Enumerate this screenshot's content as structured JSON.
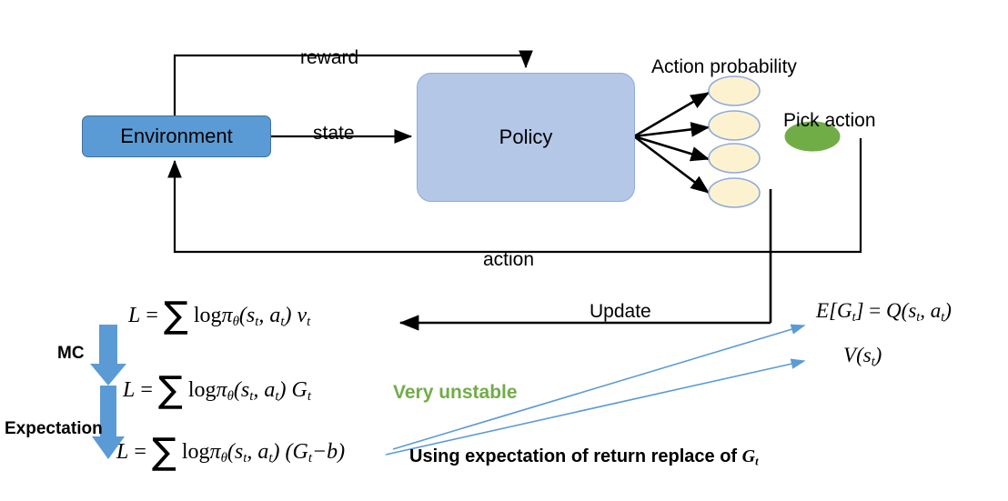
{
  "diagram": {
    "title": "Policy Gradient Reinforcement Learning Loop",
    "nodes": {
      "environment": "Environment",
      "policy": "Policy",
      "action_probability": "Action probability",
      "pick_action": "Pick action"
    },
    "edges": {
      "reward": "reward",
      "state": "state",
      "action": "action",
      "update": "Update"
    },
    "steps": {
      "mc": "MC",
      "expectation": "Expectation"
    },
    "equations": {
      "eq1": {
        "lhs": "L",
        "eq": "=",
        "sum": "∑",
        "log": "log",
        "pi": "π",
        "theta": "θ",
        "args": "(s",
        "arg_sub_1": "t",
        "comma": ", a",
        "arg_sub_2": "t",
        "close": ")",
        "term": "v",
        "term_sub": "t"
      },
      "eq2_term": "G",
      "eq2_term_sub": "t",
      "eq3_term_open": "(G",
      "eq3_term_sub": "t",
      "eq3_term_rest": "−b)"
    },
    "right_equations": {
      "expected_return": {
        "e": "E",
        "bracket_open": "[G",
        "sub1": "t",
        "bracket_close": "]",
        "eq": "=",
        "q": "Q",
        "paren_open": "(s",
        "sub2": "t",
        "comma": ", a",
        "sub3": "t",
        "paren_close": ")"
      },
      "value_function": {
        "v": "V",
        "paren_open": "(s",
        "sub": "t",
        "paren_close": ")"
      }
    },
    "notes": {
      "very_unstable": "Very unstable",
      "using_expectation": "Using expectation of return replace of",
      "using_expectation_symbol": "G",
      "using_expectation_symbol_sub": "t"
    },
    "colors": {
      "environment_fill": "#5B9BD5",
      "policy_fill": "#B4C7E7",
      "action_ellipse_fill": "#FDF2D0",
      "action_ellipse_stroke": "#8FAADC",
      "pick_action_fill": "#70AD47",
      "arrow_black": "#000000",
      "arrow_blue": "#5B9BD5",
      "note_green": "#70AD47",
      "block_arrow_fill": "#5B9BD5"
    },
    "action_probability_count": 4
  }
}
